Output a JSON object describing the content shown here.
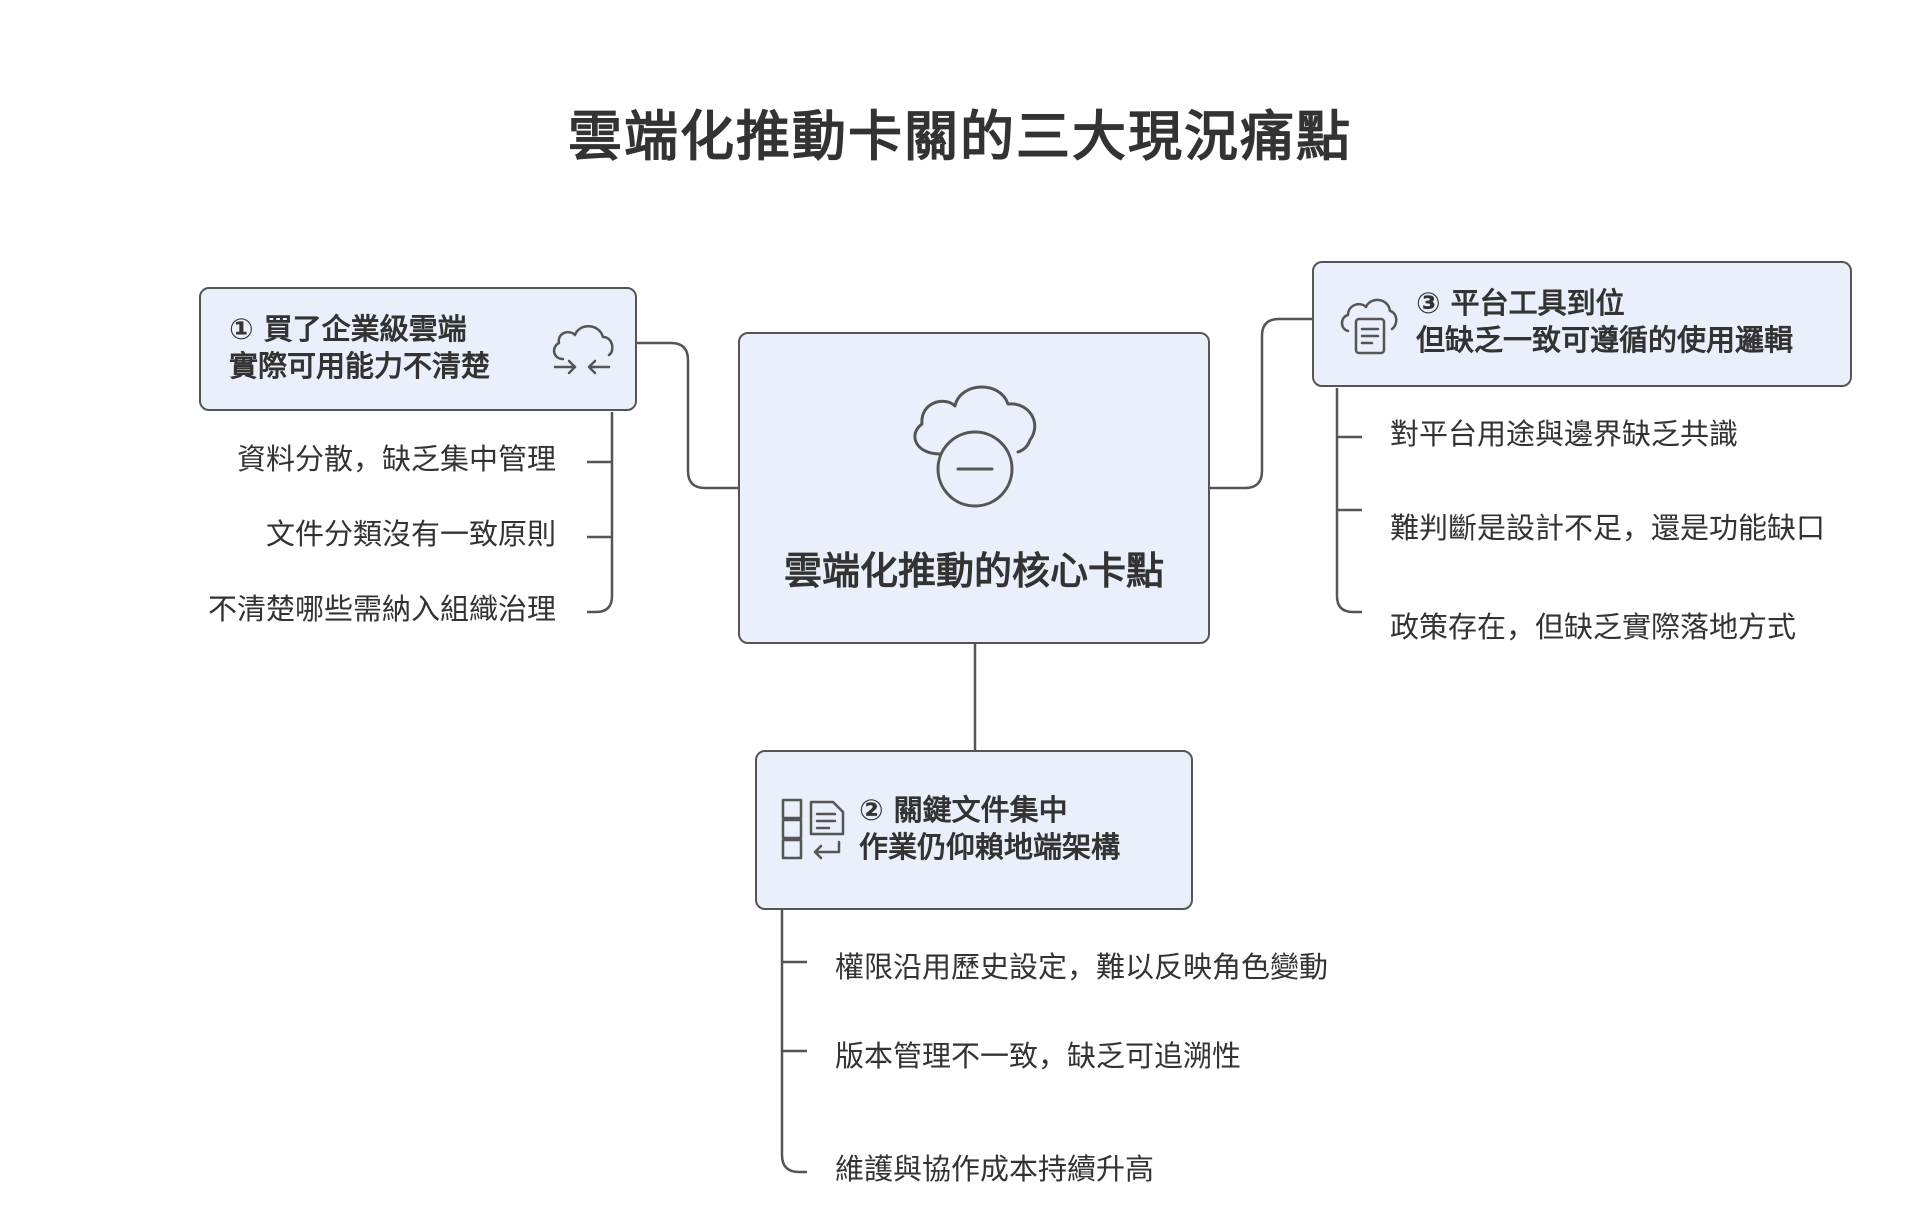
{
  "title": "雲端化推動卡關的三大現況痛點",
  "center": {
    "label": "雲端化推動的核心卡點"
  },
  "pain_points": [
    {
      "number": "①",
      "line1": "① 買了企業級雲端",
      "line2": "實際可用能力不清楚",
      "details": [
        "資料分散，缺乏集中管理",
        "文件分類沒有一致原則",
        "不清楚哪些需納入組織治理"
      ]
    },
    {
      "number": "②",
      "line1": "② 關鍵文件集中",
      "line2": "作業仍仰賴地端架構",
      "details": [
        "權限沿用歷史設定，難以反映角色變動",
        "版本管理不一致，缺乏可追溯性",
        "維護與協作成本持續升高"
      ]
    },
    {
      "number": "③",
      "line1": "③ 平台工具到位",
      "line2": "但缺乏一致可遵循的使用邏輯",
      "details": [
        "對平台用途與邊界缺乏共識",
        "難判斷是設計不足，還是功能缺口",
        "政策存在，但缺乏實際落地方式"
      ]
    }
  ],
  "icons": {
    "center": "cloud-minus-icon",
    "point1": "cloud-sync-icon",
    "point2": "document-layout-icon",
    "point3": "cloud-document-icon"
  },
  "colors": {
    "box_fill": "#eaf0fb",
    "box_border": "#555555",
    "line": "#555555",
    "text": "#333333"
  }
}
